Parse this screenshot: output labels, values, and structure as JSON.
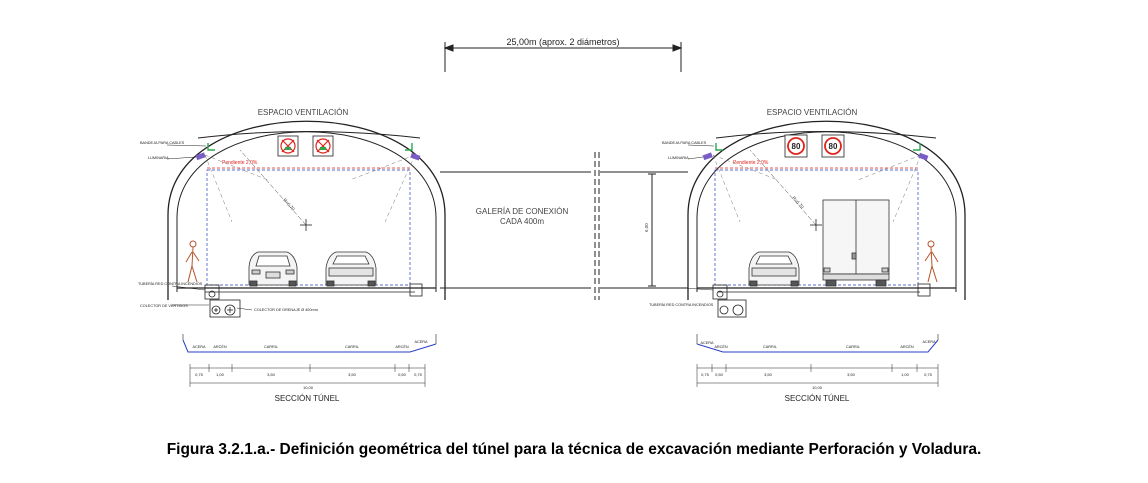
{
  "dimension_label": "25,00m (aprox. 2 diámetros)",
  "gallery_label_line1": "GALERÍA DE CONEXIÓN",
  "gallery_label_line2": "CADA 400m",
  "gallery_height_label": "6,00",
  "left_tunnel": {
    "ventilation_label": "ESPACIO VENTILACIÓN",
    "slope_label": "Pendiente 2,0%",
    "radius_label": "R=6,70",
    "callout_cable": "BANDEJA PARA CABLES",
    "callout_light": "LUMINARIA",
    "callout_pipe": "TUBERÍA RED CONTRA INCENDIOS",
    "callout_collector_left": "COLECTOR DE VERTIDOS",
    "callout_collector_right": "COLECTOR DE DRENAJE Ø 400mm",
    "lane_labels": [
      "ACERA",
      "ARCÉN",
      "CARRIL",
      "CARRIL",
      "ARCÉN",
      "ACERA"
    ],
    "dims": [
      "0,75",
      "1,00",
      "3,50",
      "3,50",
      "0,50",
      "0,75"
    ],
    "total_dim": "10,00",
    "section_title": "SECCIÓN TÚNEL",
    "sign_icon": "no-overtaking-sign-icon",
    "vehicles": [
      "car",
      "car"
    ]
  },
  "right_tunnel": {
    "ventilation_label": "ESPACIO VENTILACIÓN",
    "slope_label": "Pendiente 2,0%",
    "radius_label": "R=6,70",
    "callout_cable": "BANDEJA PARA CABLES",
    "callout_light": "LUMINARIA",
    "callout_pipe": "TUBERÍA RED CONTRA INCENDIOS",
    "sign_text": "80",
    "lane_labels": [
      "ACERA",
      "ARCÉN",
      "CARRIL",
      "CARRIL",
      "ARCÉN",
      "ACERA"
    ],
    "dims": [
      "0,75",
      "0,50",
      "3,50",
      "3,50",
      "1,00",
      "0,75"
    ],
    "total_dim": "10,00",
    "section_title": "SECCIÓN TÚNEL",
    "vehicles": [
      "car",
      "truck"
    ]
  },
  "caption": "Figura 3.2.1.a.- Definición geométrica del túnel para la técnica de excavación mediante Perforación y Voladura.",
  "colors": {
    "line": "#222222",
    "accent_red": "#e0241c",
    "green": "#2aa84a",
    "purple": "#7a5cc7",
    "blue": "#2a3fc4"
  }
}
